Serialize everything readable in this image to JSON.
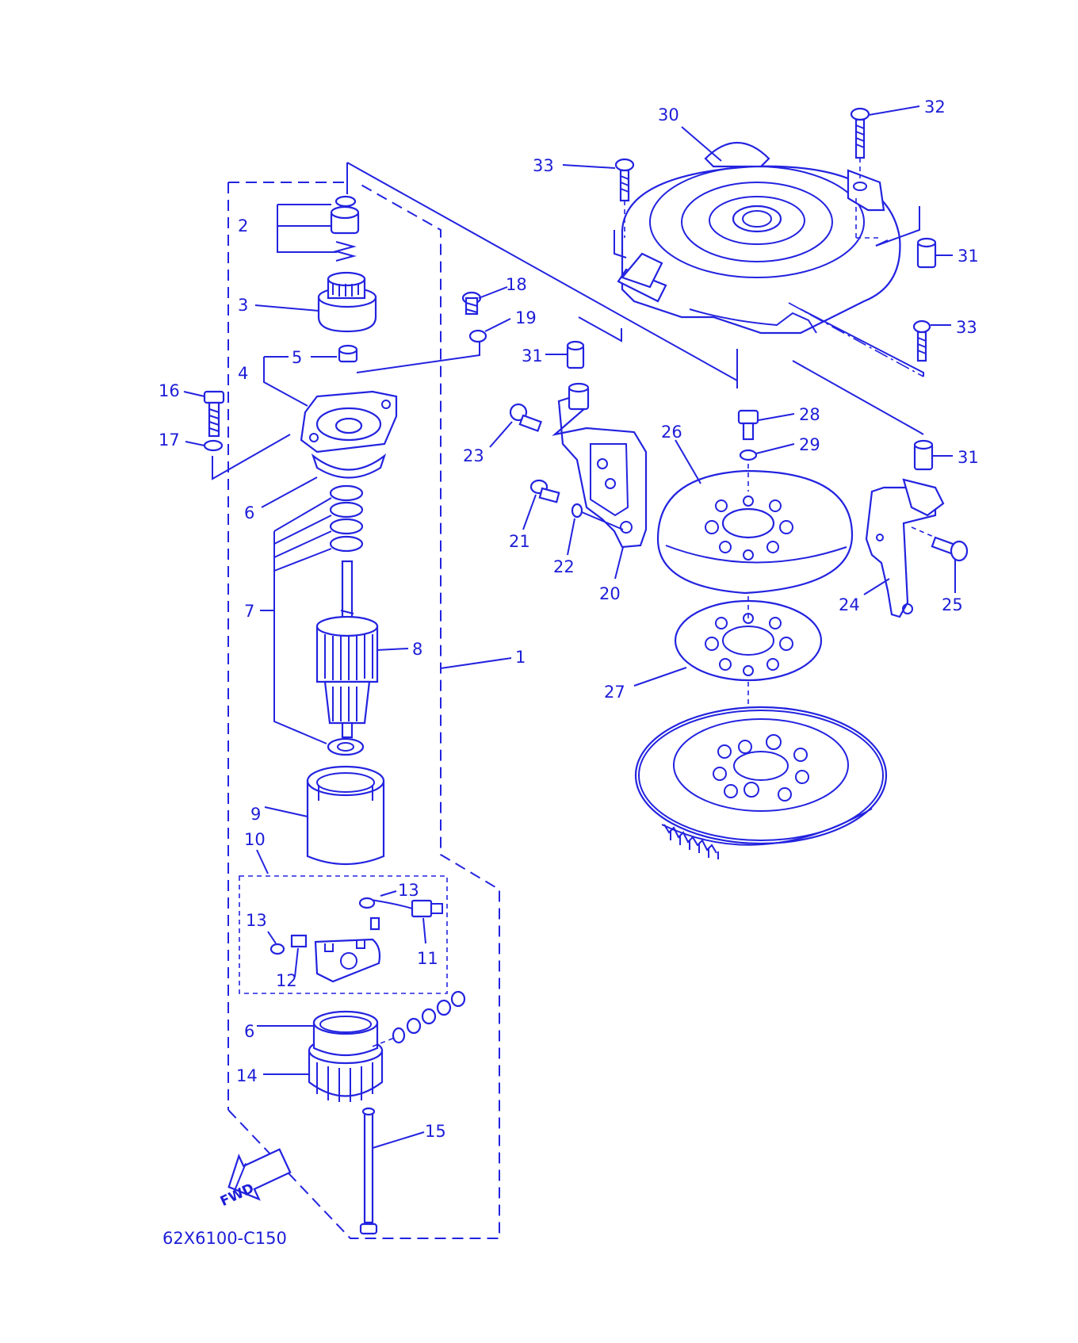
{
  "diagram_code": "62X6100-C150",
  "fwd_label": "FWD",
  "colors": {
    "line": "#2323e0",
    "text": "#1d1dd8",
    "background": "#ffffff"
  },
  "callouts": {
    "c1": "1",
    "c2": "2",
    "c3": "3",
    "c4": "4",
    "c5": "5",
    "c6a": "6",
    "c6b": "6",
    "c7": "7",
    "c8": "8",
    "c9": "9",
    "c10": "10",
    "c11": "11",
    "c12": "12",
    "c13a": "13",
    "c13b": "13",
    "c14": "14",
    "c15": "15",
    "c16": "16",
    "c17": "17",
    "c18": "18",
    "c19": "19",
    "c20": "20",
    "c21": "21",
    "c22": "22",
    "c23": "23",
    "c24": "24",
    "c25": "25",
    "c26": "26",
    "c27": "27",
    "c28": "28",
    "c29": "29",
    "c30": "30",
    "c31a": "31",
    "c31b": "31",
    "c31c": "31",
    "c32": "32",
    "c33a": "33",
    "c33b": "33"
  }
}
